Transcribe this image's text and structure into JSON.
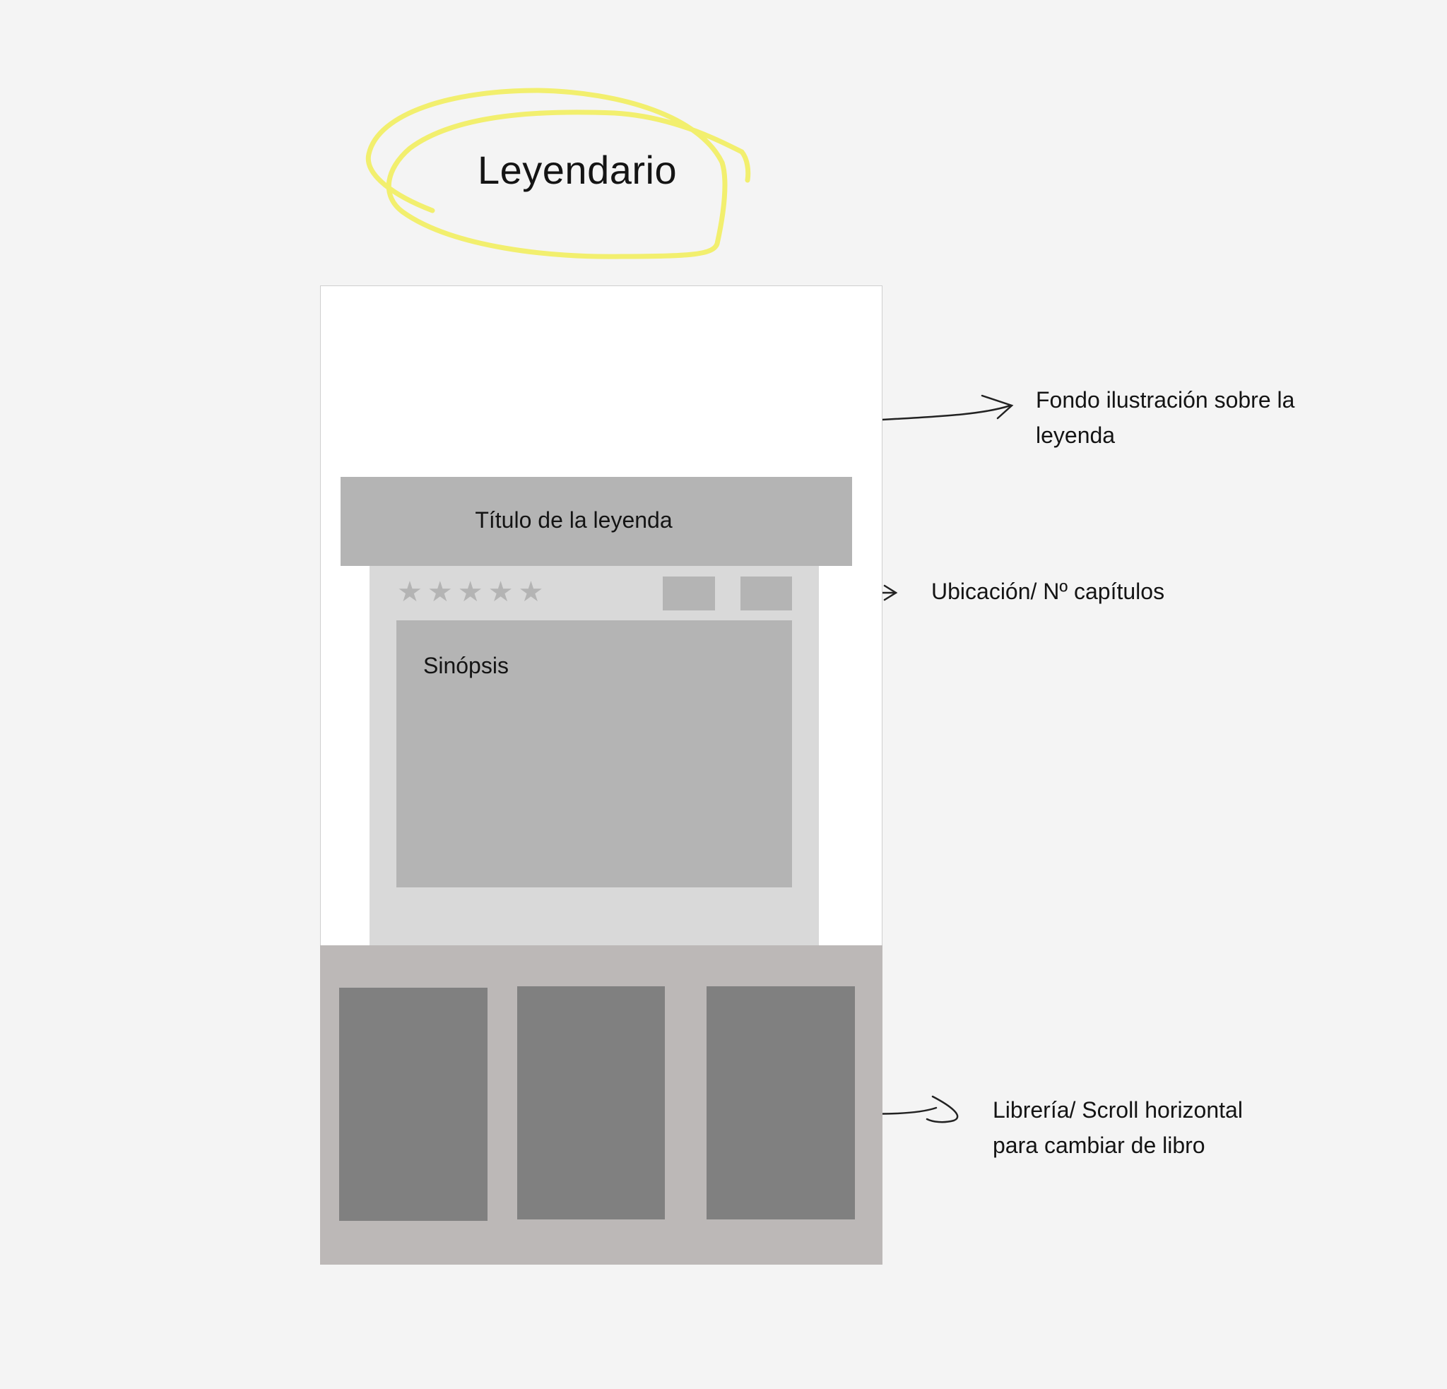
{
  "header": {
    "title": "Leyendario"
  },
  "screen": {
    "legend_title": "Título de la leyenda",
    "rating": {
      "stars": [
        "★",
        "★",
        "★",
        "★",
        "★"
      ],
      "value": 0,
      "max": 5
    },
    "synopsis_label": "Sinópsis",
    "library_items": [
      "",
      "",
      ""
    ]
  },
  "annotations": {
    "background_note": "Fondo ilustración sobre la leyenda",
    "location_note": "Ubicación/ Nº capítulos",
    "library_note": "Librería/ Scroll horizontal para cambiar de libro"
  },
  "colors": {
    "highlight": "#f2ef6e",
    "panel_dark": "#b4b4b4",
    "panel_light": "#d9d9d9",
    "library_bg": "#bcb8b7",
    "book": "#808080"
  },
  "icons": {
    "back": "back-arrow-icon",
    "highlight": "highlight-scribble-icon",
    "brace": "curly-brace-icon",
    "pointer": "pointer-arrow-icon"
  }
}
